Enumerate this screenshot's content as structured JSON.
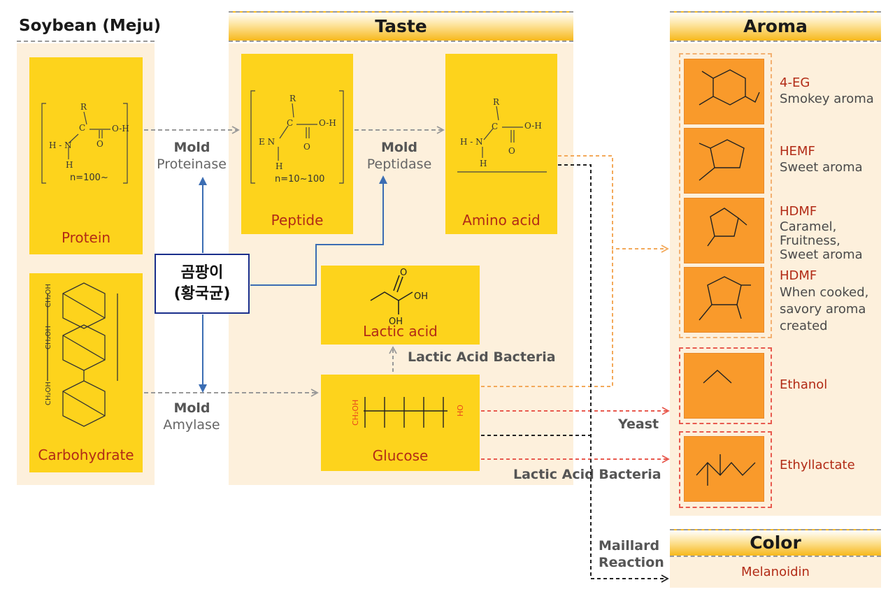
{
  "soybean": {
    "title": "Soybean (Meju)",
    "protein": {
      "label": "Protein",
      "subscript": "n=100~"
    },
    "carbohydrate": {
      "label": "Carbohydrate"
    }
  },
  "taste": {
    "title": "Taste",
    "peptide": {
      "label": "Peptide",
      "subscript": "n=10~100"
    },
    "amino_acid": {
      "label": "Amino acid"
    },
    "lactic_acid": {
      "label": "Lactic acid"
    },
    "glucose": {
      "label": "Glucose"
    }
  },
  "aroma": {
    "title": "Aroma",
    "items": [
      {
        "name": "4-EG",
        "desc": "Smokey aroma"
      },
      {
        "name": "HEMF",
        "desc": "Sweet aroma"
      },
      {
        "name": "HDMF",
        "desc": "Caramel,\nFruitness,\nSweet aroma"
      },
      {
        "name": "HDMF",
        "desc": "When cooked,\nsavory aroma\ncreated"
      },
      {
        "name": "Ethanol",
        "desc": ""
      },
      {
        "name": "Ethyllactate",
        "desc": ""
      }
    ]
  },
  "color": {
    "title": "Color",
    "item": "Melanoidin"
  },
  "enzymes": {
    "proteinase": {
      "bold": "Mold",
      "name": "Proteinase"
    },
    "peptidase": {
      "bold": "Mold",
      "name": "Peptidase"
    },
    "amylase": {
      "bold": "Mold",
      "name": "Amylase"
    }
  },
  "labels": {
    "lab_top": "Lactic Acid Bacteria",
    "yeast": "Yeast",
    "lab_bottom": "Lactic Acid Bacteria",
    "maillard_1": "Maillard",
    "maillard_2": "Reaction"
  },
  "mold_box": {
    "line1": "곰팡이",
    "line2": "(황국균)"
  },
  "colors": {
    "yellow_box": "#fdd31c",
    "orange_box": "#f99a2b",
    "panel": "#fdf0dc",
    "label_red": "#b22b16",
    "mold_border": "#1a2f8c",
    "arrow_blue": "#3b6db3"
  }
}
